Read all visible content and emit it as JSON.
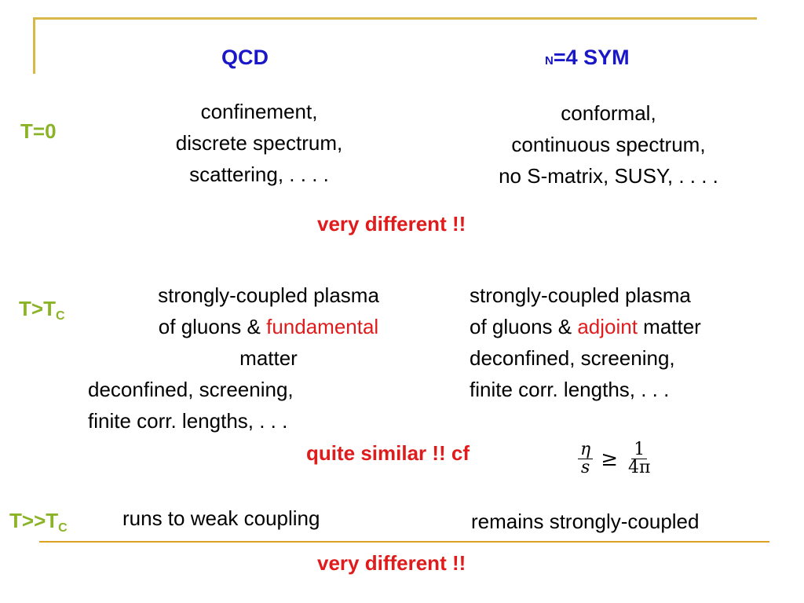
{
  "columns": {
    "qcd": "QCD",
    "sym_prefix": "N",
    "sym": "=4 SYM"
  },
  "rows": {
    "t0": {
      "label": "T=0",
      "qcd_lines": [
        "confinement,",
        "discrete spectrum,",
        "scattering, . . . ."
      ],
      "sym_lines": [
        "conformal,",
        "continuous spectrum,",
        "no S-matrix, SUSY, . . . ."
      ],
      "verdict": "very different !!"
    },
    "ttc": {
      "label_main": "T>T",
      "label_sub": "C",
      "qcd_line1": "strongly-coupled plasma",
      "qcd_line2_pre": "of gluons & ",
      "qcd_line2_red": "fundamental",
      "qcd_line3": "matter",
      "qcd_line4": "deconfined, screening,",
      "qcd_line5": "finite corr. lengths, . . .",
      "sym_line1": "strongly-coupled plasma",
      "sym_line2_pre": "of gluons & ",
      "sym_line2_red": "adjoint",
      "sym_line2_post": " matter",
      "sym_line3": "deconfined, screening,",
      "sym_line4": "finite corr. lengths, . . .",
      "verdict": "quite similar !! cf",
      "formula": {
        "lhs_num": "η",
        "lhs_den": "s",
        "relation": "≥",
        "rhs_num": "1",
        "rhs_den": "4π"
      }
    },
    "tggtc": {
      "label_main": "T>>T",
      "label_sub": "C",
      "qcd": "runs to weak coupling",
      "sym": "remains strongly-coupled",
      "verdict": "very different !!"
    }
  },
  "colors": {
    "heading": "#1a17c8",
    "row_label": "#8ab327",
    "emphasis": "#e01b1b",
    "rule": "#d9b84a"
  }
}
